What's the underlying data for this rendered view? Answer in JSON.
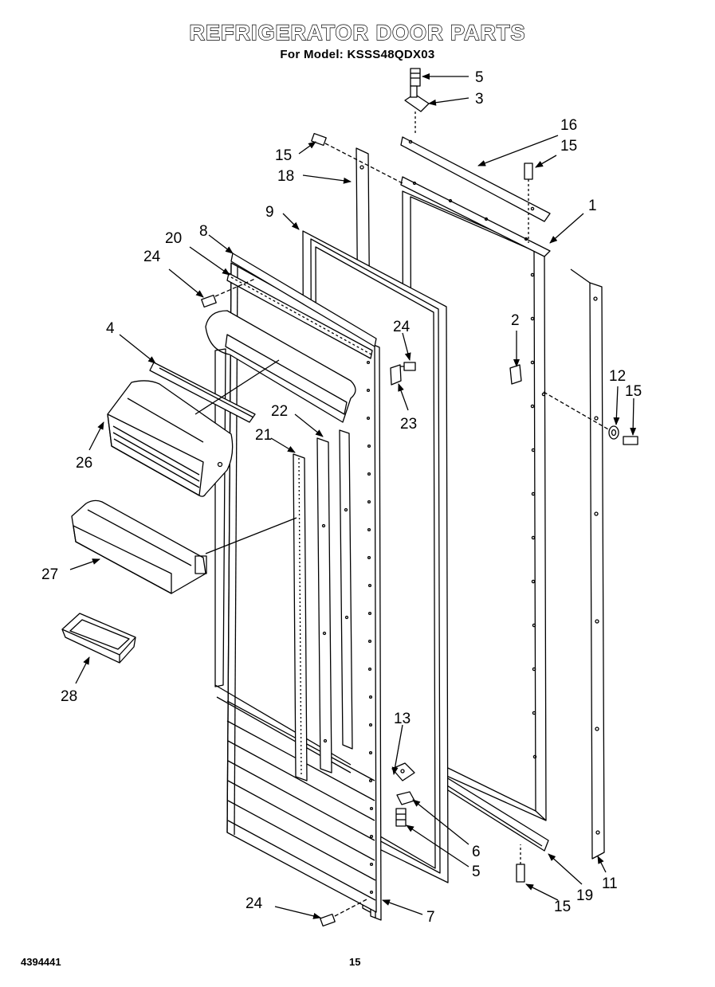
{
  "header": {
    "title": "REFRIGERATOR DOOR PARTS",
    "subtitle": "For Model: KSSS48QDX03"
  },
  "footer": {
    "doc_number": "4394441",
    "page_number": "15"
  },
  "callouts": [
    {
      "id": "c5top",
      "label": "5"
    },
    {
      "id": "c3",
      "label": "3"
    },
    {
      "id": "c16",
      "label": "16"
    },
    {
      "id": "c15a",
      "label": "15"
    },
    {
      "id": "c15b",
      "label": "15"
    },
    {
      "id": "c18",
      "label": "18"
    },
    {
      "id": "c1",
      "label": "1"
    },
    {
      "id": "c9",
      "label": "9"
    },
    {
      "id": "c8",
      "label": "8"
    },
    {
      "id": "c20",
      "label": "20"
    },
    {
      "id": "c24a",
      "label": "24"
    },
    {
      "id": "c24b",
      "label": "24"
    },
    {
      "id": "c2",
      "label": "2"
    },
    {
      "id": "c4",
      "label": "4"
    },
    {
      "id": "c12",
      "label": "12"
    },
    {
      "id": "c15c",
      "label": "15"
    },
    {
      "id": "c23",
      "label": "23"
    },
    {
      "id": "c22",
      "label": "22"
    },
    {
      "id": "c21",
      "label": "21"
    },
    {
      "id": "c26",
      "label": "26"
    },
    {
      "id": "c27",
      "label": "27"
    },
    {
      "id": "c28",
      "label": "28"
    },
    {
      "id": "c13",
      "label": "13"
    },
    {
      "id": "c6",
      "label": "6"
    },
    {
      "id": "c5b",
      "label": "5"
    },
    {
      "id": "c19",
      "label": "19"
    },
    {
      "id": "c11",
      "label": "11"
    },
    {
      "id": "c15d",
      "label": "15"
    },
    {
      "id": "c24c",
      "label": "24"
    },
    {
      "id": "c7",
      "label": "7"
    }
  ]
}
